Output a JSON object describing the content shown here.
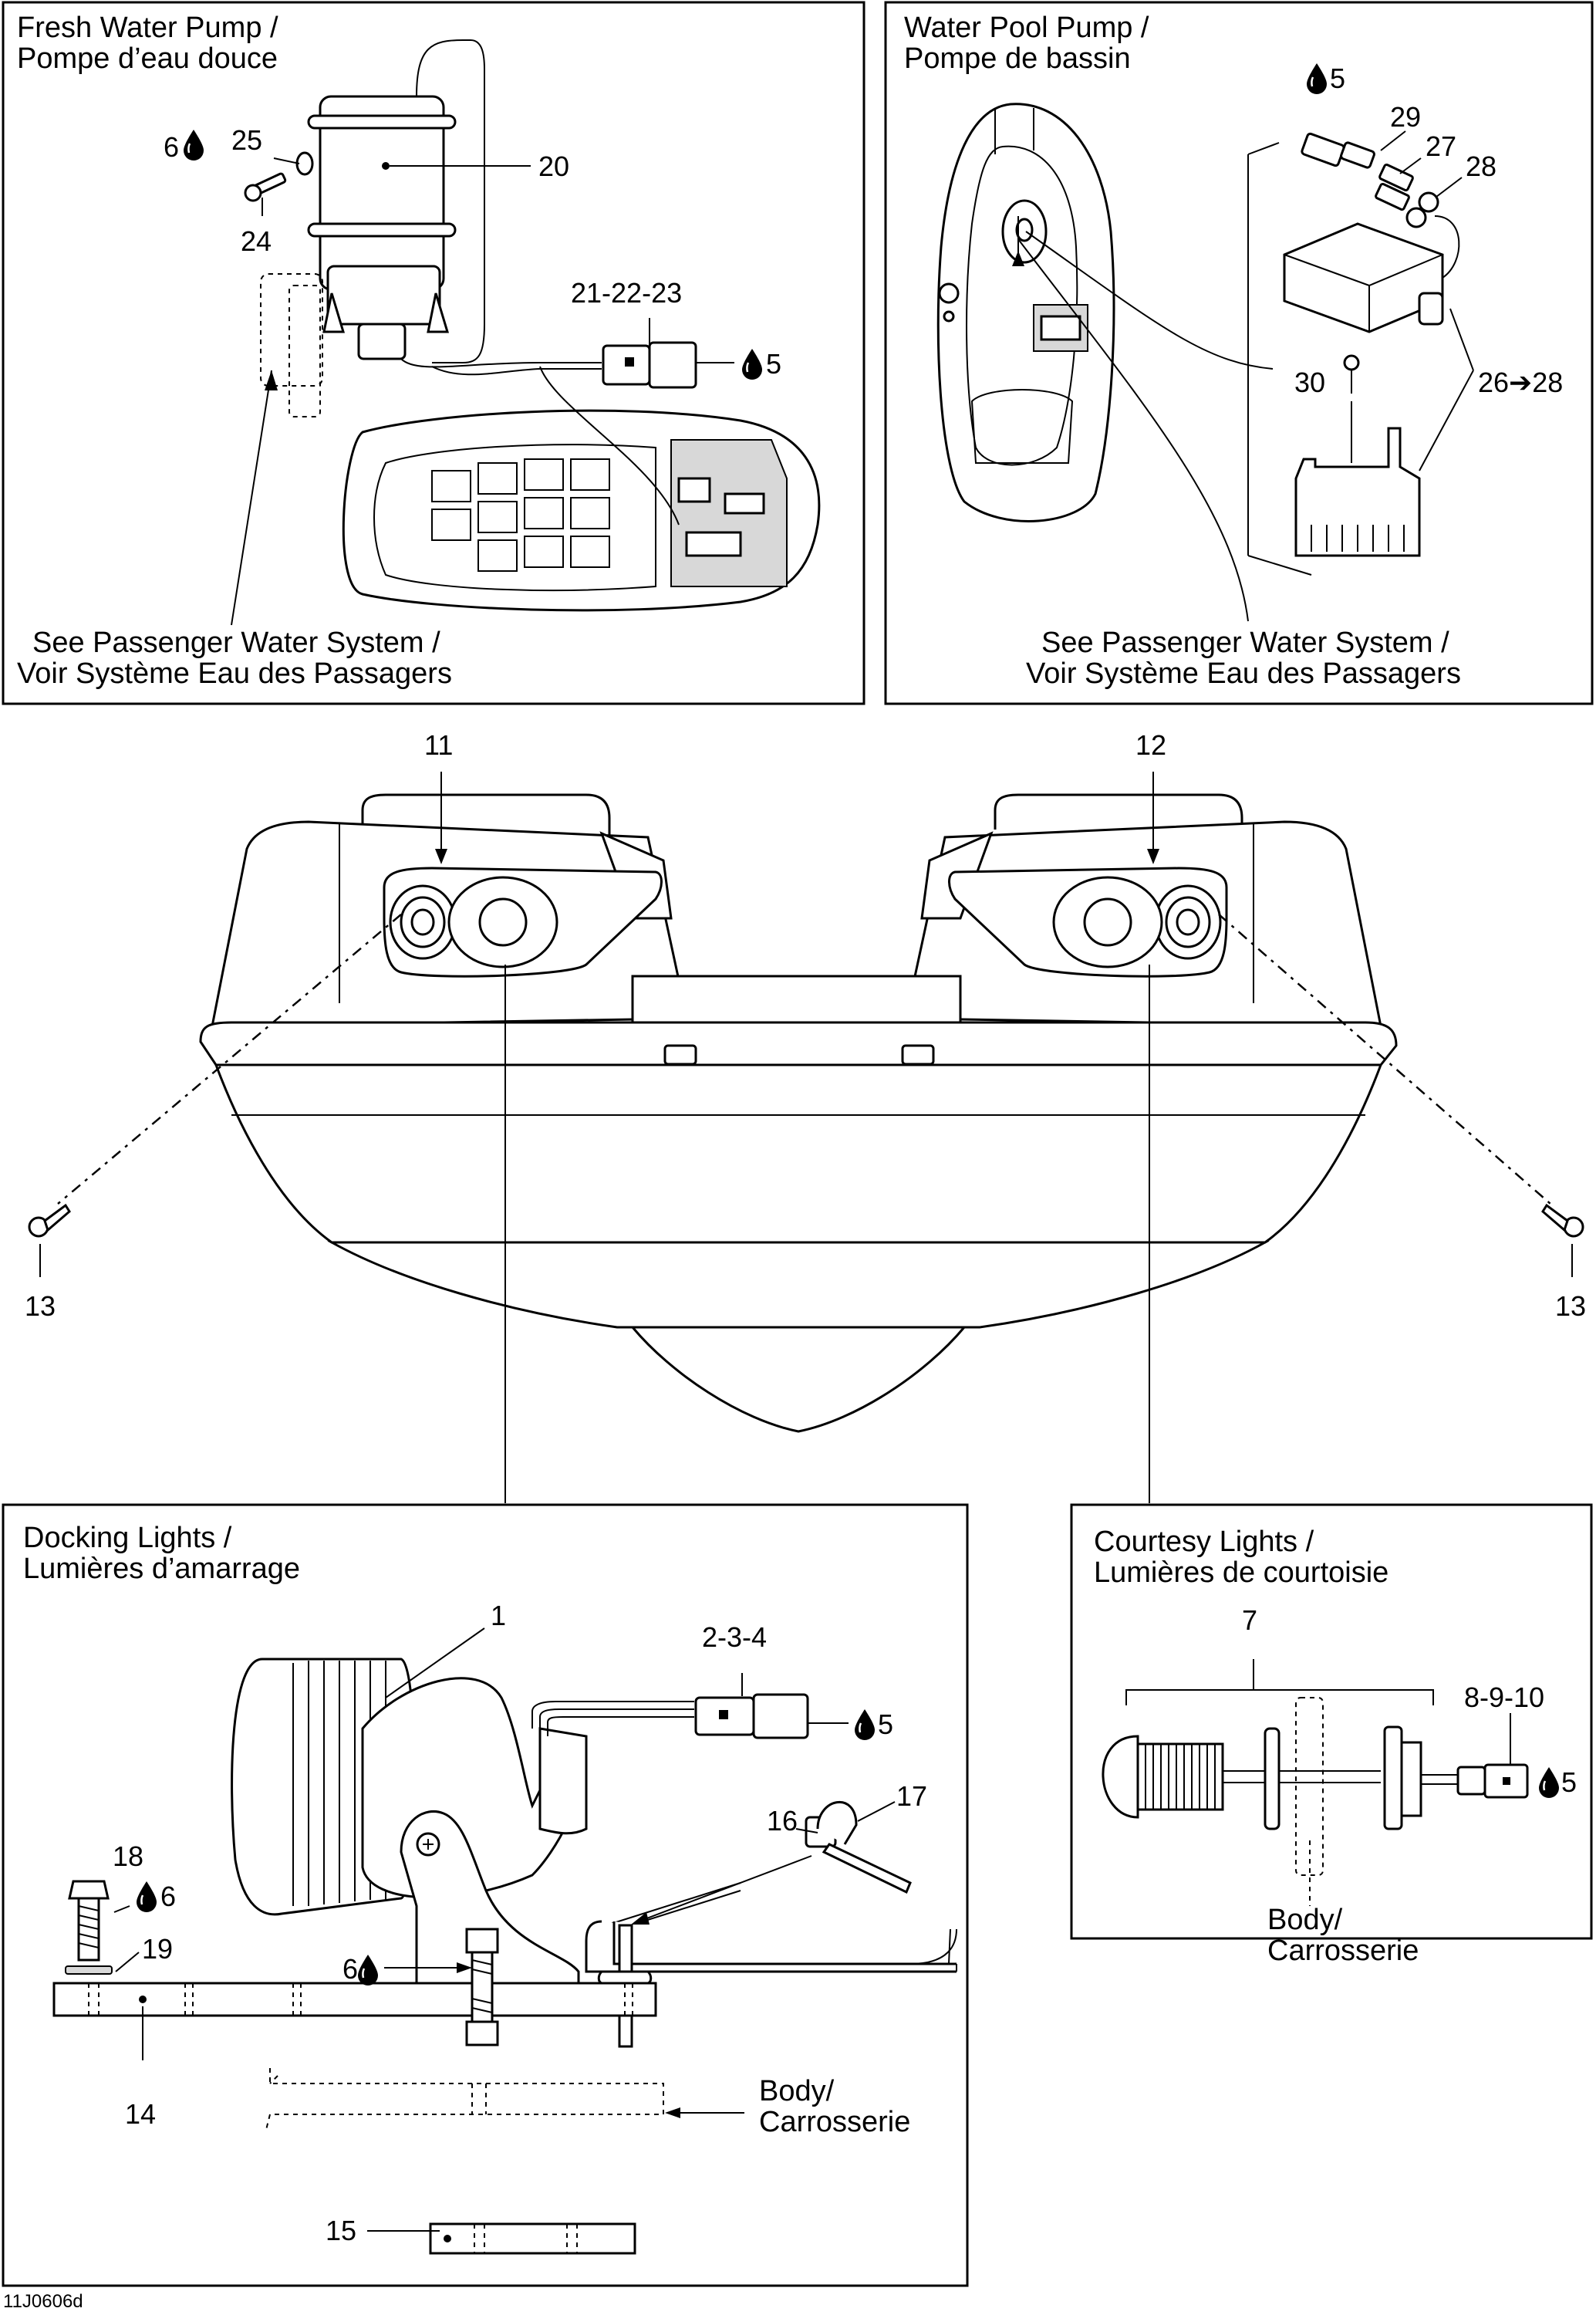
{
  "panels": {
    "fresh_water": {
      "title_en": "Fresh Water Pump /",
      "title_fr": "Pompe d’eau douce",
      "note_en": "See Passenger Water System /",
      "note_fr": "Voir Système Eau des Passagers"
    },
    "pool_pump": {
      "title_en": "Water Pool Pump /",
      "title_fr": "Pompe de bassin",
      "note_en": "See Passenger Water System /",
      "note_fr": "Voir Système Eau des Passagers"
    },
    "docking": {
      "title_en": "Docking Lights /",
      "title_fr": "Lumières d’amarrage",
      "body_en": "Body/",
      "body_fr": "Carrosserie"
    },
    "courtesy": {
      "title_en": "Courtesy Lights /",
      "title_fr": "Lumières de courtoisie",
      "body_en": "Body/",
      "body_fr": "Carrosserie"
    }
  },
  "callouts": {
    "p1": "1",
    "p2_3_4": "2-3-4",
    "p5a": "5",
    "p6a": "6",
    "p6b": "6",
    "p6c": "6",
    "p7": "7",
    "p8_9_10": "8-9-10",
    "p5b": "5",
    "p11": "11",
    "p12": "12",
    "p13a": "13",
    "p13b": "13",
    "p14": "14",
    "p15": "15",
    "p16": "16",
    "p17": "17",
    "p18": "18",
    "p19": "19",
    "p20": "20",
    "p21_22_23": "21-22-23",
    "p5c": "5",
    "p24": "24",
    "p25": "25",
    "p5d": "5",
    "p26_28": "26➔28",
    "p27": "27",
    "p28": "28",
    "p29": "29",
    "p30": "30"
  },
  "diagram_code": "11J0606d",
  "icons": {
    "liquid_drop": "drop-icon",
    "arrow_to": "arrow-right-icon"
  }
}
